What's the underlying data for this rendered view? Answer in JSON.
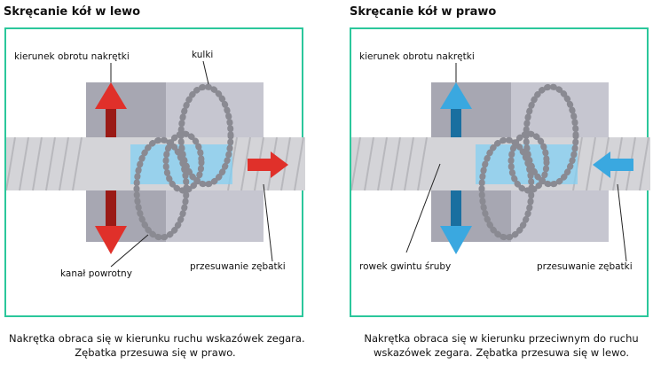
{
  "left": {
    "title": "Skręcanie kół w lewo",
    "labels": {
      "nut_rotation": "kierunek obrotu nakrętki",
      "balls": "kulki",
      "return_channel": "kanał powrotny",
      "rack_shift": "przesuwanie zębatki"
    },
    "caption": [
      "Nakrętka obraca się w kierunku ruchu wskazówek zegara.",
      "Zębatka przesuwa się w prawo."
    ],
    "colors": {
      "arrow": "#e0302a",
      "arrow_dark": "#9a1a16"
    }
  },
  "right": {
    "title": "Skręcanie kół w prawo",
    "labels": {
      "nut_rotation": "kierunek obrotu nakrętki",
      "thread_groove": "rowek gwintu śruby",
      "rack_shift": "przesuwanie zębatki"
    },
    "caption": [
      "Nakrętka obraca się w kierunku przeciwnym do ruchu",
      "wskazówek zegara. Zębatka przesuwa się w lewo."
    ],
    "colors": {
      "arrow": "#3aa8e0",
      "arrow_dark": "#1a6fa0"
    }
  },
  "colors": {
    "frame": "#2bc79b",
    "nut": "#a9a9b4",
    "shaft": "#d5d5d8",
    "ball": "#8a8a90",
    "flow": "#29a9ea"
  }
}
